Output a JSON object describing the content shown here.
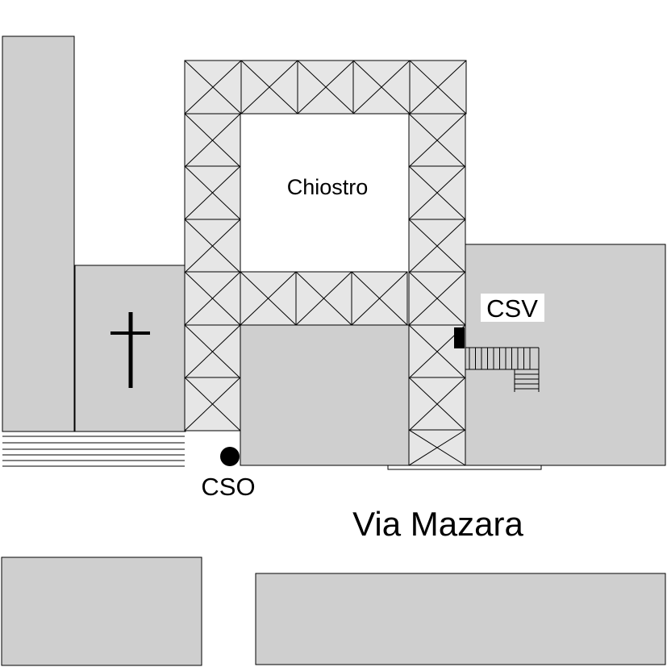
{
  "map": {
    "labels": {
      "cloister": "Chiostro",
      "csv": "CSV",
      "cso": "CSO",
      "street": "Via Mazara"
    },
    "colors": {
      "building_fill": "#cfcfcf",
      "arcade_fill": "#e6e6e6",
      "stroke": "#000000",
      "background": "#ffffff"
    },
    "symbols": [
      "cross-icon",
      "cso-marker-dot",
      "csv-marker",
      "stairs",
      "steps"
    ]
  }
}
